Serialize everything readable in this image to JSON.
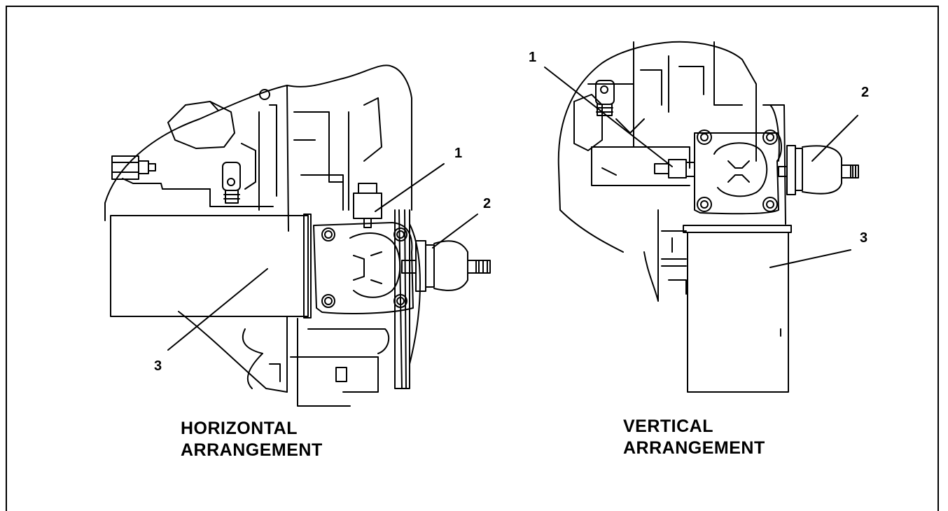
{
  "figure": {
    "horizontal": {
      "callouts": [
        "1",
        "2",
        "3"
      ],
      "caption_line1": "HORIZONTAL",
      "caption_line2": "ARRANGEMENT"
    },
    "vertical": {
      "callouts": [
        "1",
        "2",
        "3"
      ],
      "caption_line1": "VERTICAL",
      "caption_line2": "ARRANGEMENT"
    }
  }
}
